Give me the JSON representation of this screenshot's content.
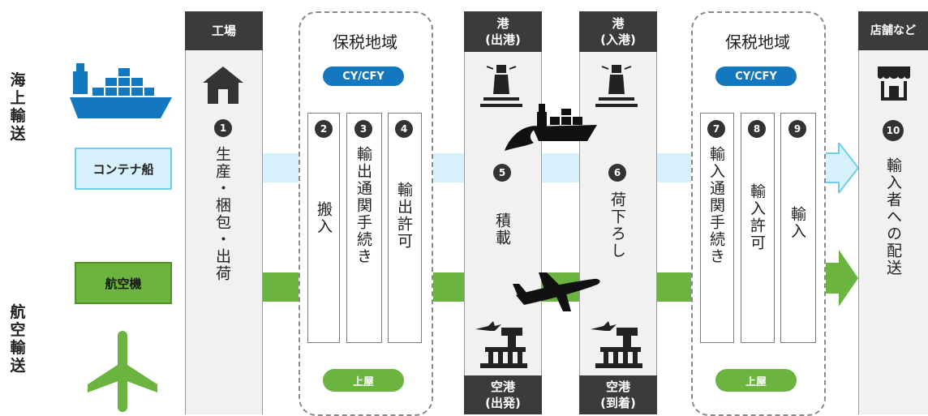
{
  "side_labels": {
    "sea": "海上輸送",
    "air": "航空輸送"
  },
  "lanes": {
    "sea": "コンテナ船",
    "air": "航空機"
  },
  "factory": {
    "header": "工場",
    "num": "1",
    "text": "生産・梱包・出荷"
  },
  "bonded_left": {
    "title": "保税地域",
    "top_pill": "CY/CFY",
    "bottom_pill": "上屋",
    "steps": [
      {
        "num": "2",
        "text": "搬入"
      },
      {
        "num": "3",
        "text": "輸出通関手続き"
      },
      {
        "num": "4",
        "text": "輸出許可"
      }
    ]
  },
  "port_out": {
    "header_l1": "港",
    "header_l2": "(出港)",
    "footer_l1": "空港",
    "footer_l2": "(出発)",
    "num": "5",
    "text": "積載"
  },
  "port_in": {
    "header_l1": "港",
    "header_l2": "(入港)",
    "footer_l1": "空港",
    "footer_l2": "(到着)",
    "num": "6",
    "text": "荷下ろし"
  },
  "bonded_right": {
    "title": "保税地域",
    "top_pill": "CY/CFY",
    "bottom_pill": "上屋",
    "steps": [
      {
        "num": "7",
        "text": "輸入通関手続き"
      },
      {
        "num": "8",
        "text": "輸入許可"
      },
      {
        "num": "9",
        "text": "輸入"
      }
    ]
  },
  "store": {
    "header": "店舗など",
    "num": "10",
    "text": "輸入者への配送"
  },
  "colors": {
    "sea": "#d6f1fb",
    "air": "#6ab43f",
    "header": "#3b3b3b",
    "pill_blue": "#1478c0",
    "icon": "#1478c0"
  },
  "icons": [
    "cargo-ship-icon",
    "airplane-icon",
    "house-icon",
    "lighthouse-icon",
    "control-tower-icon",
    "shop-icon",
    "wave-icon"
  ]
}
